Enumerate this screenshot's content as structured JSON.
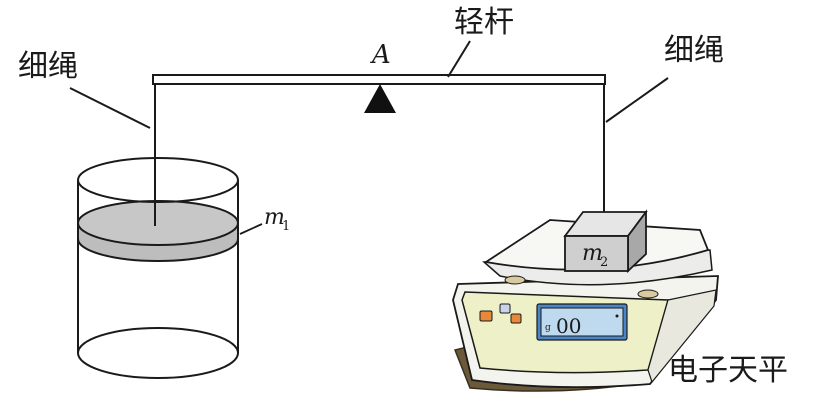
{
  "labels": {
    "rod": "轻杆",
    "pivot_point": "A",
    "rope_left": "细绳",
    "rope_right": "细绳",
    "mass_1_symbol": "m",
    "mass_1_subscript": "1",
    "mass_2_symbol": "m",
    "mass_2_subscript": "2",
    "scale": "电子天平"
  },
  "scale_display": {
    "unit": "g",
    "reading": "00"
  },
  "colors": {
    "stroke": "#1a1a1a",
    "plate_gray": "#c7c7c7",
    "block_gray": "#cfcfcf",
    "scale_body": "#f4f4ee",
    "scale_base": "#6b5a3a",
    "front_panel": "#eef0c8",
    "lcd_screen": "#bfd9ee",
    "lcd_frame": "#4a86c7",
    "button_orange": "#e8883a"
  }
}
